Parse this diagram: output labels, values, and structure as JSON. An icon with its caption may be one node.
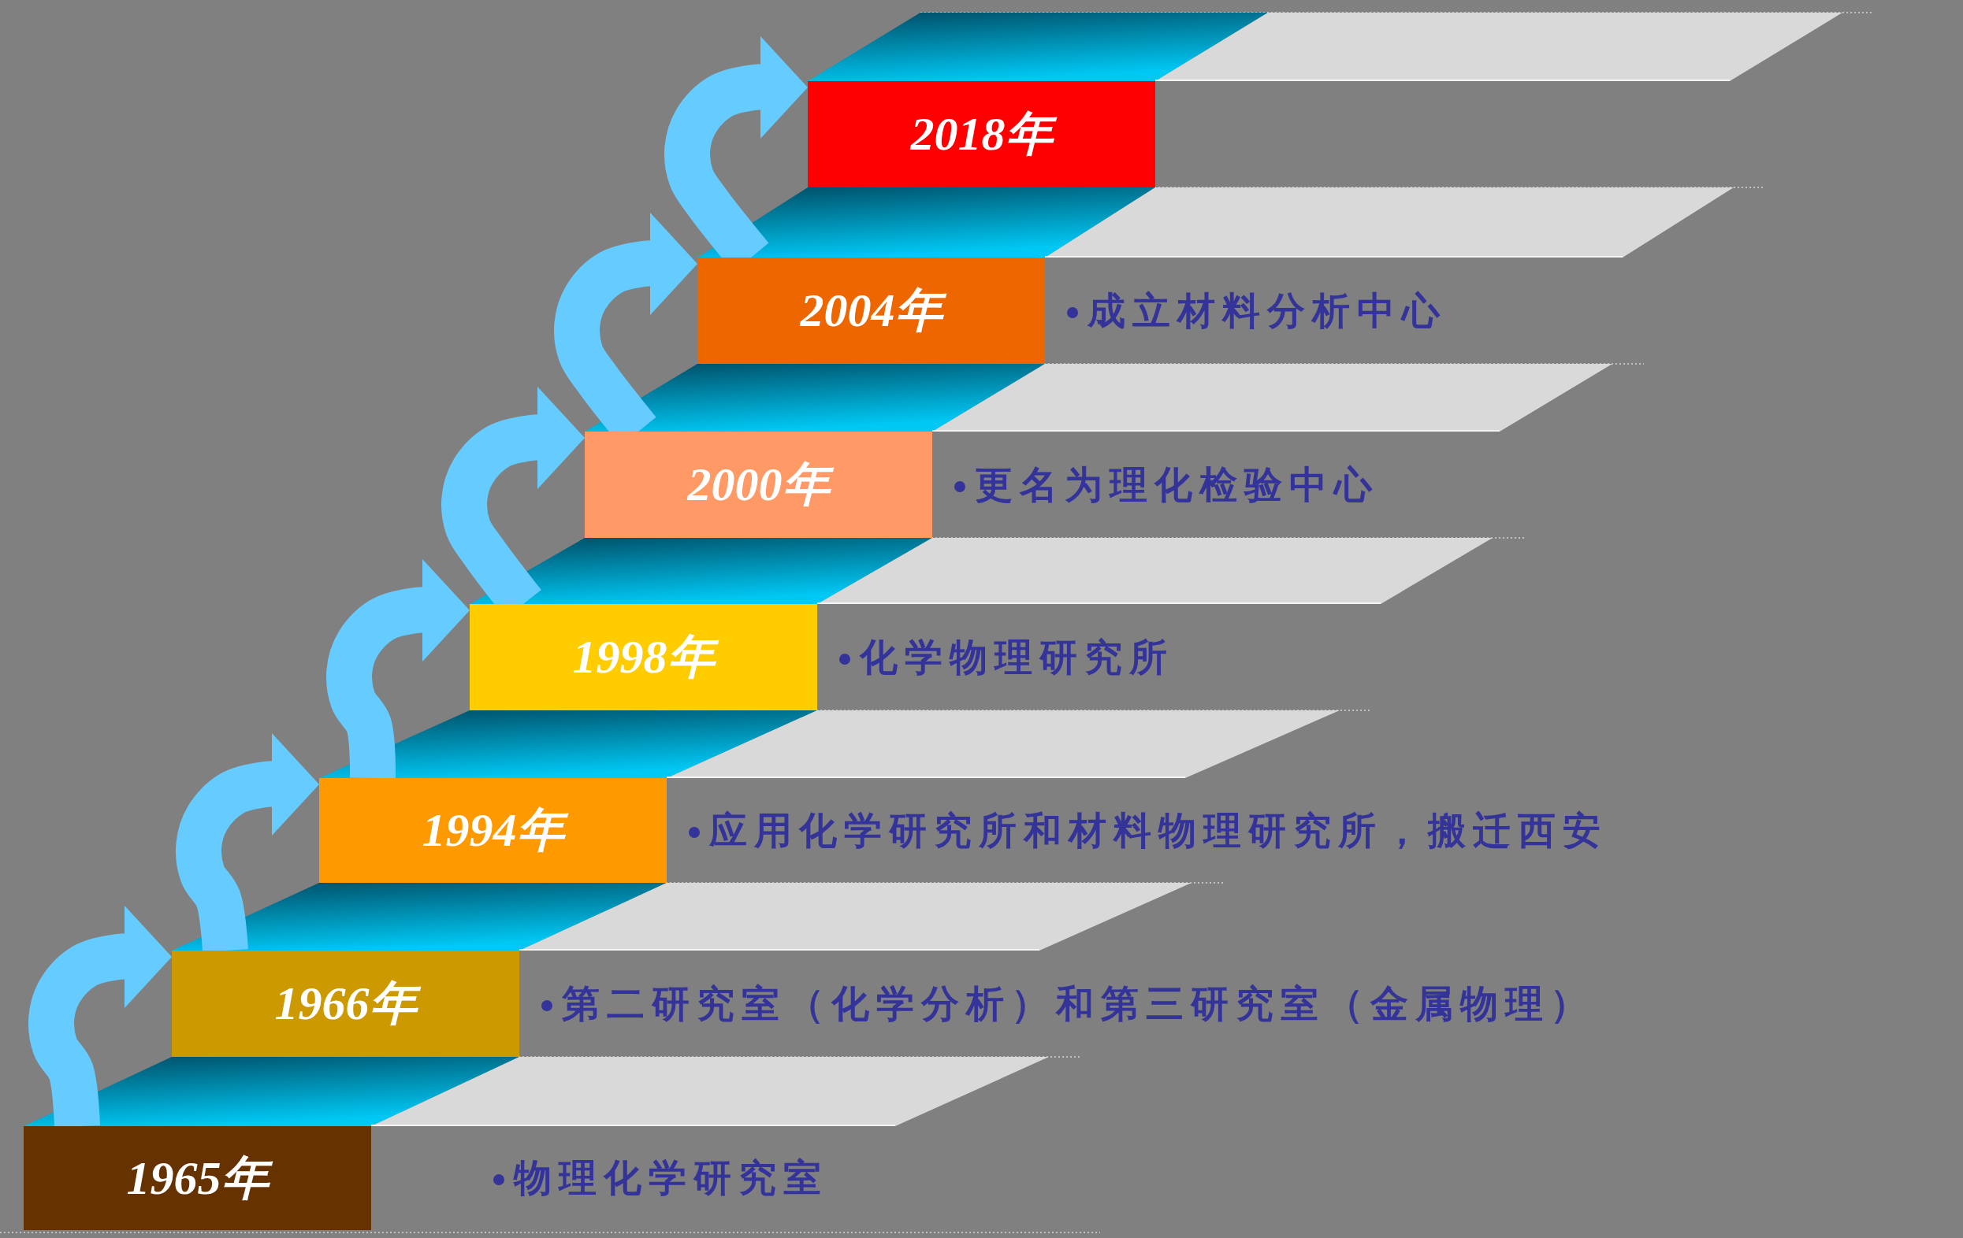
{
  "diagram": {
    "nodes": [
      {
        "text": [
          "1965年"
        ],
        "beside": [
          "物理化学研究室"
        ]
      },
      {
        "text": [
          "1966年"
        ],
        "beside": [
          "第二研究室（化学分析）和第三研究室（金属物理）"
        ]
      },
      {
        "text": [
          "1994年"
        ],
        "beside": [
          "应用化学研究所和材料物理研究所，搬迁西安"
        ]
      },
      {
        "text": [
          "1998年"
        ],
        "beside": [
          "化学物理研究所"
        ]
      },
      {
        "text": [
          "2000年"
        ],
        "beside": [
          "更名为理化检验中心"
        ]
      },
      {
        "text": [
          "2004年"
        ],
        "beside": [
          "成立材料分析中心"
        ]
      },
      {
        "text": [
          "2018年"
        ]
      }
    ],
    "edges": [
      {
        "from": 0,
        "to": 1,
        "arrow": "to"
      },
      {
        "from": 1,
        "to": 2,
        "arrow": "to"
      },
      {
        "from": 2,
        "to": 3,
        "arrow": "to"
      },
      {
        "from": 3,
        "to": 4,
        "arrow": "to"
      },
      {
        "from": 4,
        "to": 5,
        "arrow": "to"
      },
      {
        "from": 5,
        "to": 6,
        "arrow": "to"
      }
    ]
  }
}
